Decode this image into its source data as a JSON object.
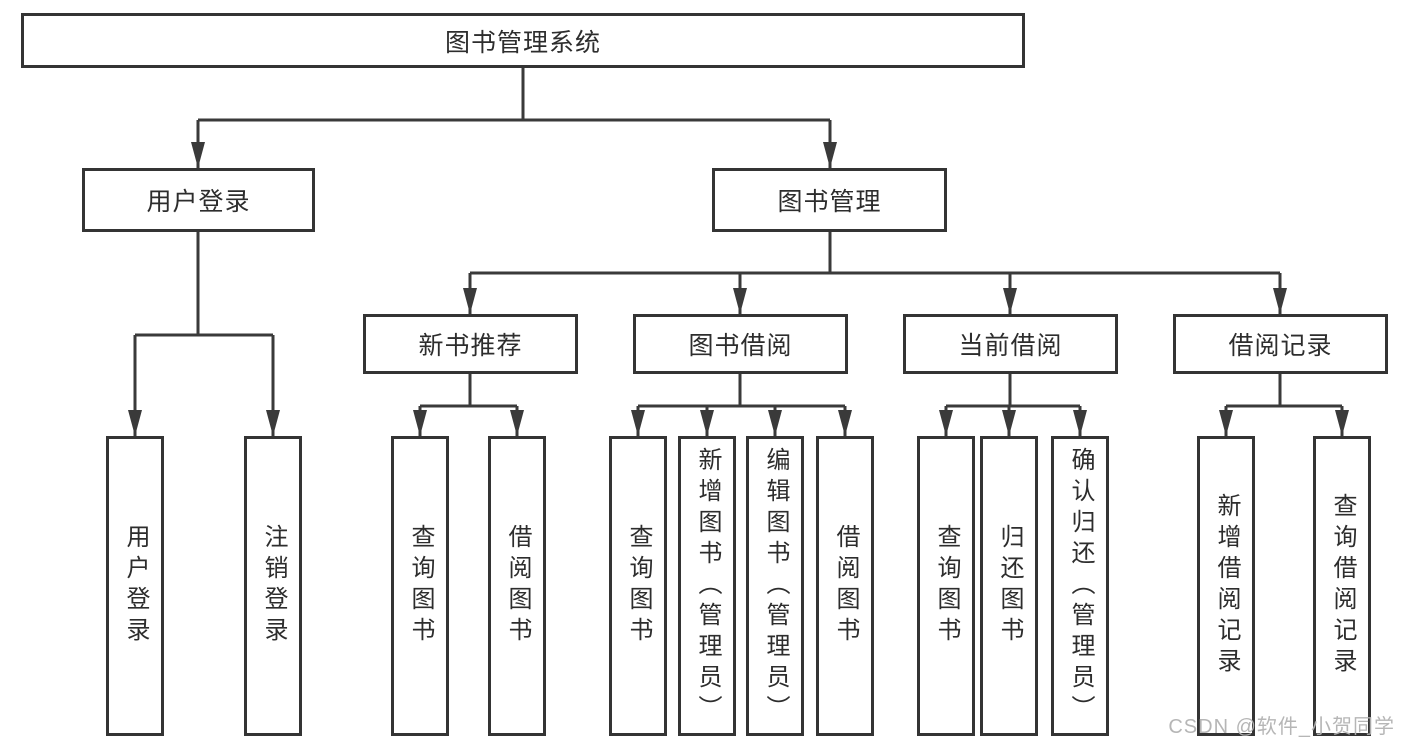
{
  "tree": {
    "root": {
      "label": "图书管理系统"
    },
    "branches": [
      {
        "label": "用户登录",
        "children": [
          {
            "label": "用户登录"
          },
          {
            "label": "注销登录"
          }
        ]
      },
      {
        "label": "图书管理",
        "sections": [
          {
            "label": "新书推荐",
            "children": [
              {
                "label": "查询图书"
              },
              {
                "label": "借阅图书"
              }
            ]
          },
          {
            "label": "图书借阅",
            "children": [
              {
                "label": "查询图书"
              },
              {
                "label": "新增图书（管理员）"
              },
              {
                "label": "编辑图书（管理员）"
              },
              {
                "label": "借阅图书"
              }
            ]
          },
          {
            "label": "当前借阅",
            "children": [
              {
                "label": "查询图书"
              },
              {
                "label": "归还图书"
              },
              {
                "label": "确认归还（管理员）"
              }
            ]
          },
          {
            "label": "借阅记录",
            "children": [
              {
                "label": "新增借阅记录"
              },
              {
                "label": "查询借阅记录"
              }
            ]
          }
        ]
      }
    ]
  },
  "watermark": "CSDN @软件_小贺同学",
  "colors": {
    "line": "#3a3a3a",
    "box_border": "#343434",
    "text": "#2d2d2d",
    "watermark": "#b2b2b2",
    "background": "#ffffff"
  }
}
